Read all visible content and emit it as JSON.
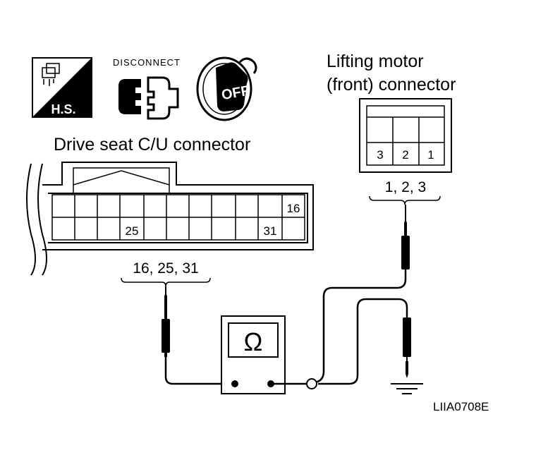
{
  "icons": {
    "hs_label": "H.S.",
    "disconnect_label": "DISCONNECT",
    "off_label": "OFF"
  },
  "drive_connector": {
    "title": "Drive seat C/U connector",
    "pin_16": "16",
    "pin_25": "25",
    "pin_31": "31",
    "probe_label": "16, 25, 31"
  },
  "motor_connector": {
    "title_line1": "Lifting motor",
    "title_line2": "(front) connector",
    "pin_3": "3",
    "pin_2": "2",
    "pin_1": "1",
    "probe_label": "1, 2, 3"
  },
  "meter": {
    "symbol": "Ω"
  },
  "reference_code": "LIIA0708E"
}
